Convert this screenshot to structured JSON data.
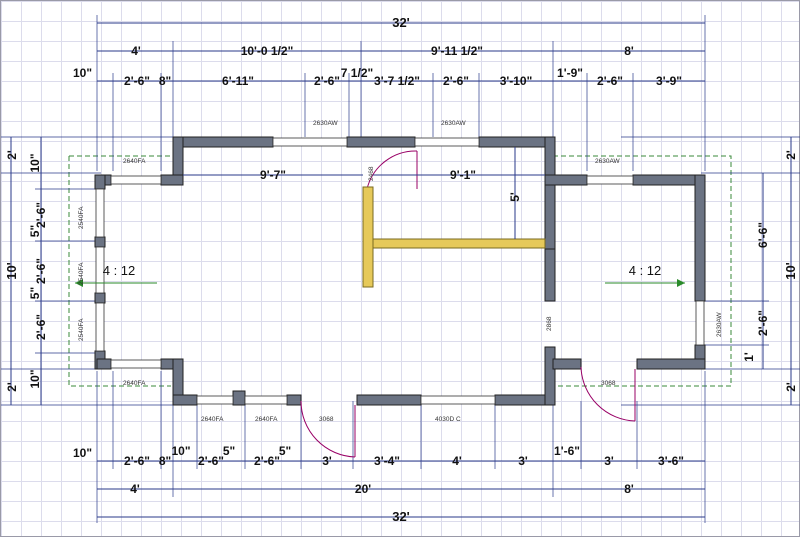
{
  "dims": {
    "overall_top": "32'",
    "overall_bottom": "32'",
    "top_row1": [
      "4'",
      "10'-0 1/2\"",
      "9'-11 1/2\"",
      "8'"
    ],
    "top_row2": [
      "10\"",
      "2'-6\"",
      "8\"",
      "6'-11\"",
      "2'-6\"",
      "7 1/2\"",
      "3'-7 1/2\"",
      "2'-6\"",
      "3'-10\"",
      "1'-9\"",
      "2'-6\"",
      "3'-9\""
    ],
    "bottom_row1": [
      "10\"",
      "2'-6\"",
      "8\"",
      "10\"",
      "2'-6\"",
      "5\"",
      "2'-6\"",
      "5\"",
      "3'",
      "3'-4\"",
      "4'",
      "3'",
      "1'-6\"",
      "3'",
      "3'-6\""
    ],
    "bottom_row2": [
      "4'",
      "20'",
      "8'"
    ],
    "left_outer": [
      "2'",
      "10'",
      "2'"
    ],
    "left_inner": [
      "10\"",
      "5\"",
      "2'-6\"",
      "5\"",
      "2'-6\"",
      "2'-6\"",
      "10\""
    ],
    "right_outer": [
      "2'",
      "10'",
      "2'"
    ],
    "right_inner": [
      "6'-6\"",
      "2'-6\"",
      "1'"
    ],
    "interior": [
      "9'-7\"",
      "9'-1\"",
      "5'"
    ]
  },
  "tags": {
    "window_top_left": "2640FA",
    "window_top_mid": "2630AW",
    "window_top_right": "2630AW",
    "window_right_top": "2630AW",
    "window_left_top": "2540FA",
    "window_left_mid": "2540FA",
    "window_left_bottom": "2540FA",
    "window_bottom_left": "2640FA",
    "window_bottom_a": "2640FA",
    "window_bottom_b": "2640FA",
    "door_bottom": "3068",
    "window_bottom_wide": "4030D C",
    "door_right": "3068",
    "opening_interior": "2868",
    "window_right_side": "2630AW",
    "door_interior": "2468"
  },
  "slopes": {
    "left": "4 : 12",
    "right": "4 : 12"
  },
  "colors": {
    "grid": "#dcdcec",
    "wall": "#6b7383",
    "dimension_line": "#2a3a8a",
    "roof_line": "#3a8a3a",
    "door_arc": "#990066",
    "framing": "#e6c95a"
  }
}
